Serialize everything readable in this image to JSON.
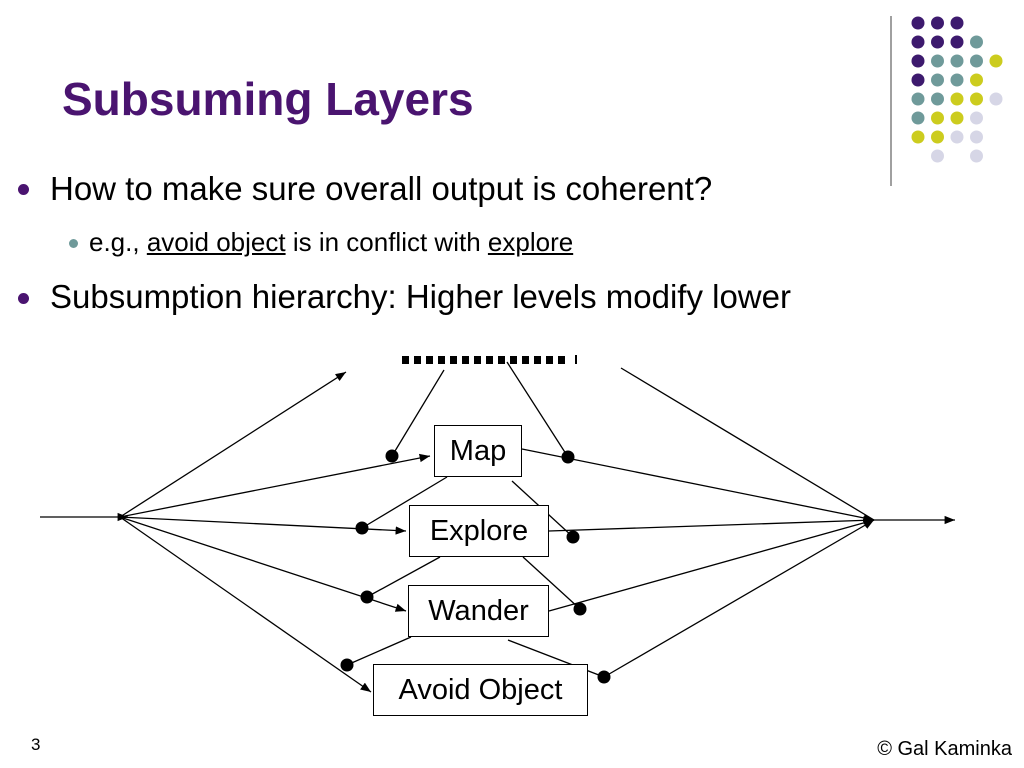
{
  "title": "Subsuming Layers",
  "bullets": {
    "level1_a": "How to make sure overall output is coherent?",
    "level2_prefix": "e.g.,",
    "level2_link1": "avoid object",
    "level2_middle": "is in conflict with",
    "level2_link2": "explore",
    "level1_b": "Subsumption hierarchy: Higher levels modify lower"
  },
  "diagram": {
    "boxes": {
      "map": "Map",
      "explore": "Explore",
      "wander": "Wander",
      "avoid_object": "Avoid Object"
    }
  },
  "footer": {
    "slide_number": "3",
    "copyright": "© Gal Kaminka"
  },
  "colors": {
    "title": "#4a1470",
    "purple": "#3d1a6e",
    "teal": "#6f9a9a",
    "yellow": "#cccc1e",
    "lavender": "#d6d6e6"
  }
}
